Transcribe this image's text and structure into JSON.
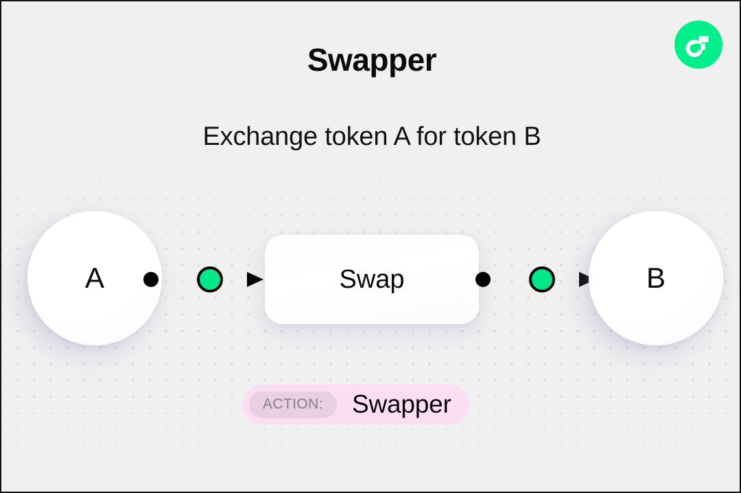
{
  "header": {
    "title": "Swapper",
    "subtitle": "Exchange token A for token B",
    "logo_name": "flow-logo",
    "logo_color": "#00ef8b"
  },
  "diagram": {
    "input_node": {
      "label": "A"
    },
    "process_node": {
      "label": "Swap"
    },
    "output_node": {
      "label": "B"
    },
    "connectors": [
      {
        "name": "connector-left",
        "from": "A",
        "to": "Swap"
      },
      {
        "name": "connector-right",
        "from": "Swap",
        "to": "B"
      }
    ],
    "accent_color": "#00e887",
    "line_color": "#000000"
  },
  "action_badge": {
    "key": "ACTION:",
    "value": "Swapper",
    "background": "#fbddf4",
    "key_background": "#e9cfe2",
    "key_color": "#85808a"
  },
  "background": {
    "color": "#f0f0f0",
    "dot_color": "#dedede",
    "dot_spacing": 24
  }
}
